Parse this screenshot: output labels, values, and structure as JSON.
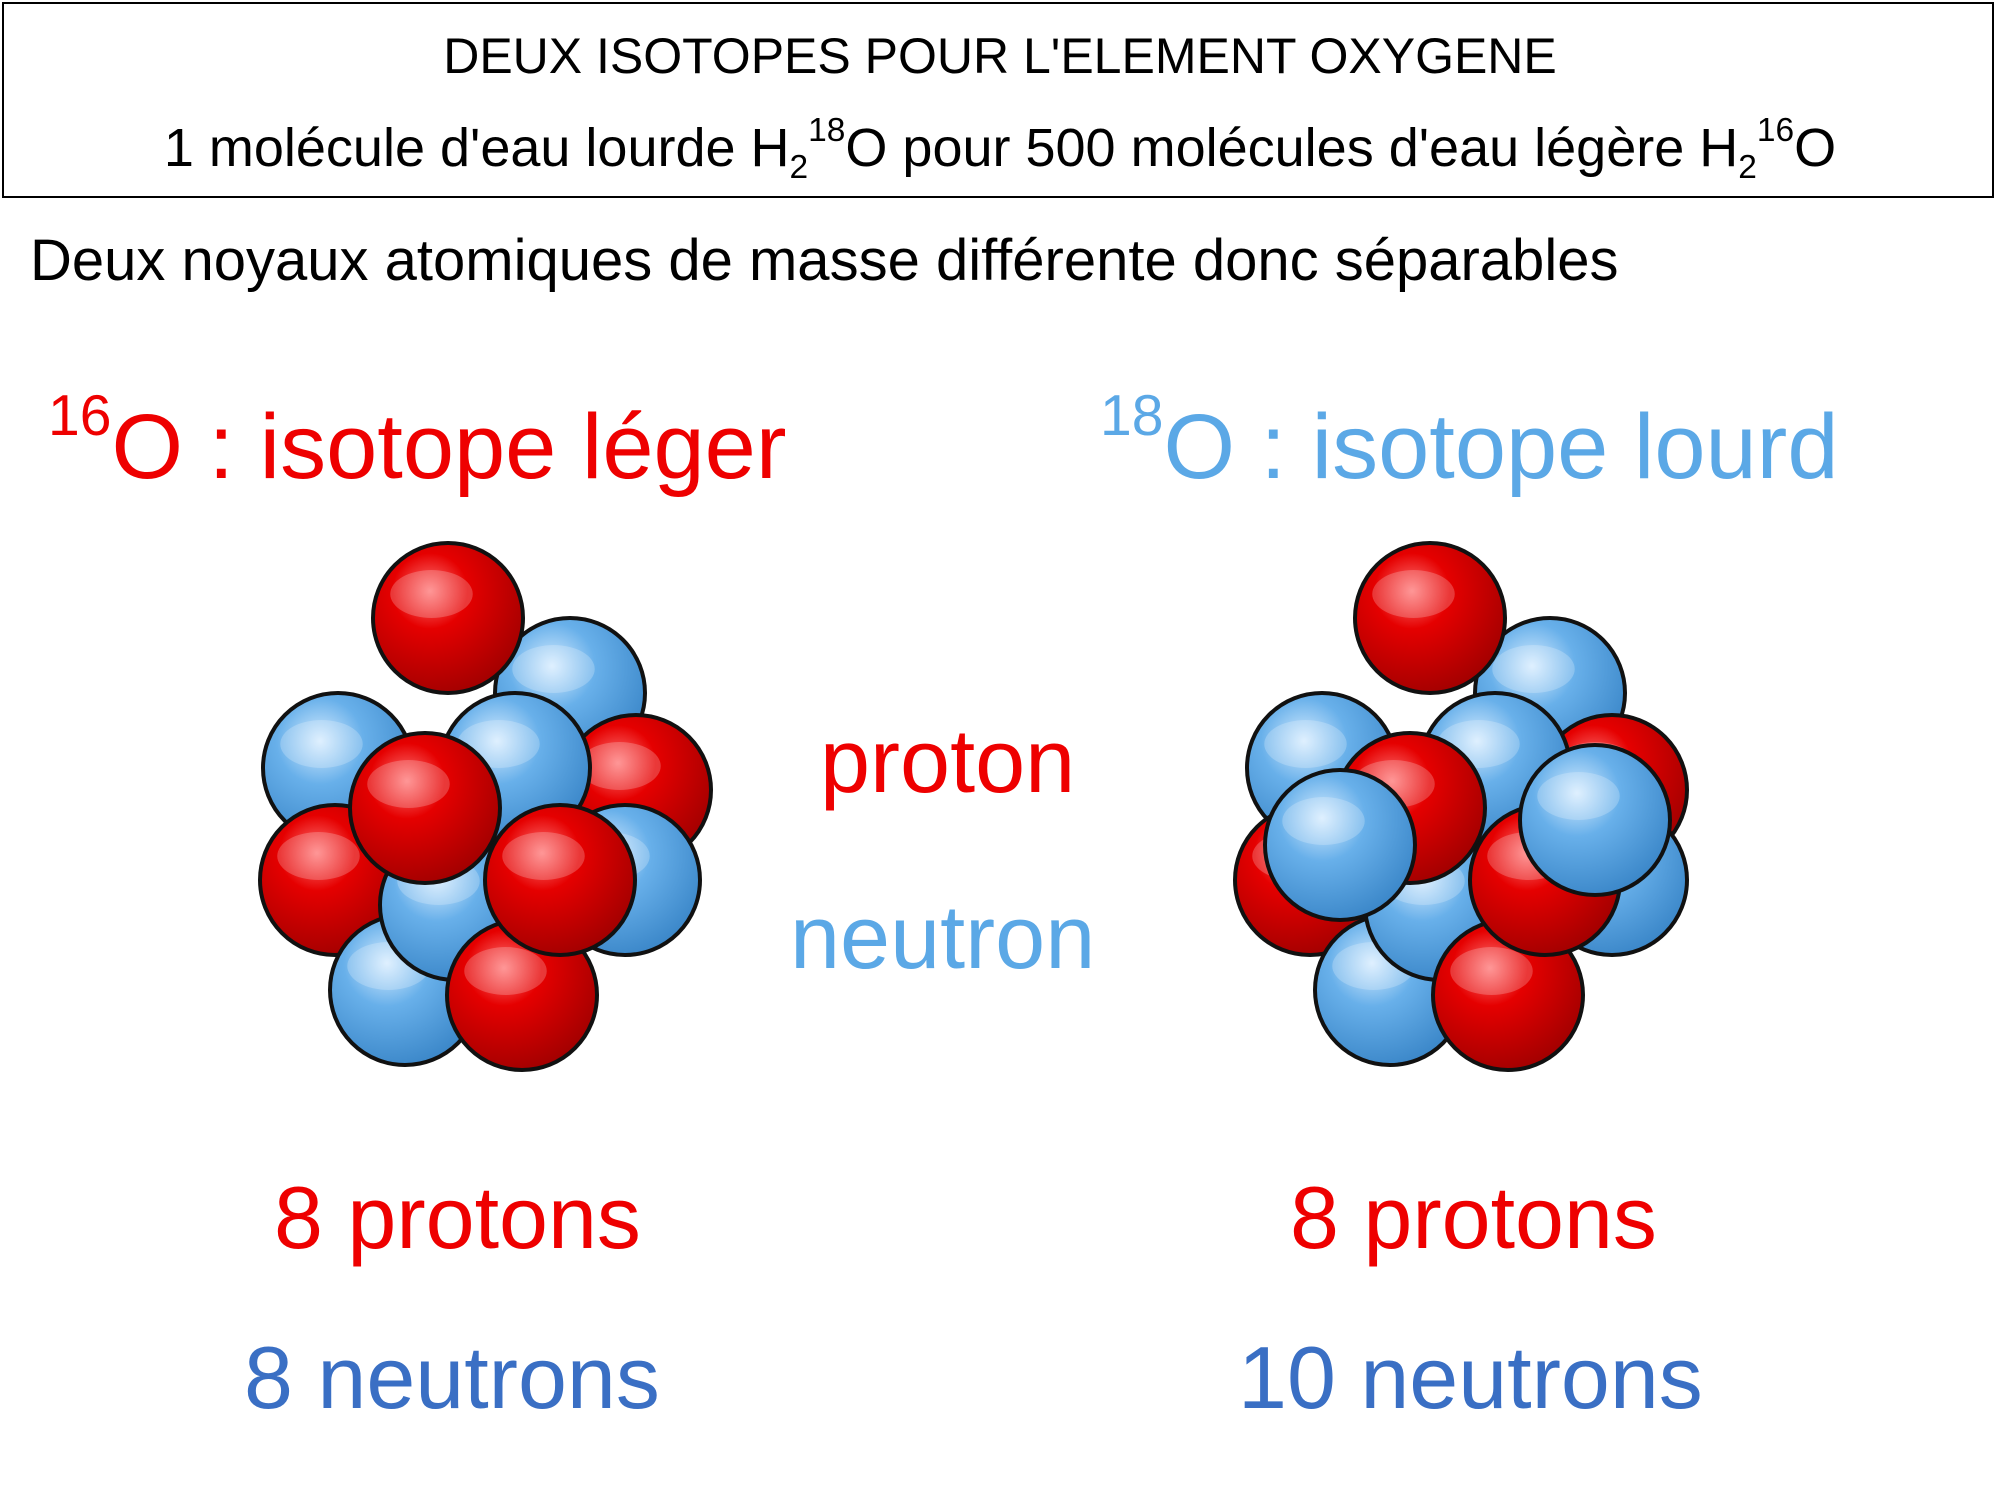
{
  "header": {
    "line1": "DEUX ISOTOPES POUR L'ELEMENT OXYGENE",
    "line2": {
      "pre": "1 molécule d'eau lourde H",
      "sub1": "2",
      "sup1": "18",
      "mid": "O pour 500 molécules d'eau légère H",
      "sub2": "2",
      "sup2": "16",
      "post": "O"
    }
  },
  "subtitle": "Deux noyaux atomiques de masse différente donc séparables",
  "light_isotope": {
    "mass": "16",
    "label": "O : isotope léger",
    "protons": "8 protons",
    "neutrons": "8 neutrons"
  },
  "heavy_isotope": {
    "mass": "18",
    "label": "O : isotope lourd",
    "protons": "8 protons",
    "neutrons": "10 neutrons"
  },
  "legend": {
    "proton": "proton",
    "neutron": "neutron"
  },
  "colors": {
    "proton": "#ee0000",
    "neutron_label": "#5ba8e6",
    "count_neutron": "#3a6fc4",
    "proton_ball": "#e50000",
    "neutron_ball": "#68b0ea"
  }
}
